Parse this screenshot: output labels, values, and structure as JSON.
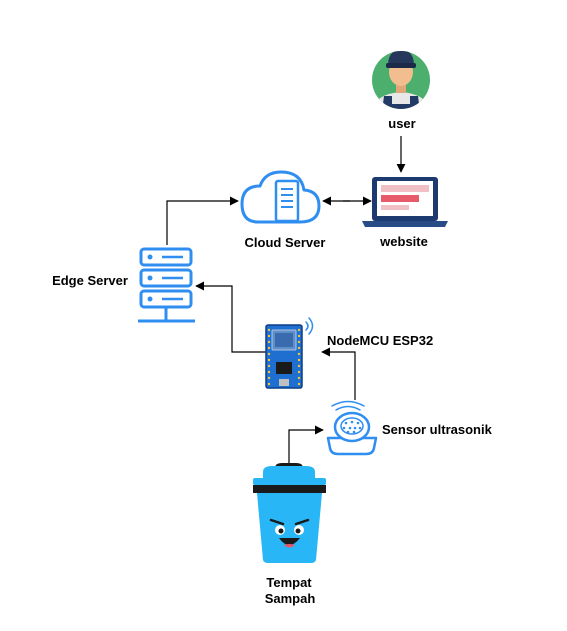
{
  "nodes": {
    "user": {
      "label": "user",
      "icon": "user-avatar-icon"
    },
    "website": {
      "label": "website",
      "icon": "laptop-icon"
    },
    "cloud": {
      "label": "Cloud Server",
      "icon": "cloud-server-icon"
    },
    "edge": {
      "label": "Edge Server",
      "icon": "server-rack-icon"
    },
    "nodemcu": {
      "label": "NodeMCU ESP32",
      "icon": "microcontroller-board-icon"
    },
    "sensor": {
      "label": "Sensor ultrasonik",
      "icon": "ultrasonic-sensor-icon"
    },
    "bin": {
      "label_line1": "Tempat",
      "label_line2": "Sampah",
      "icon": "trash-bin-icon"
    }
  },
  "colors": {
    "primary_blue": "#2F8EF0",
    "dark_blue": "#1565C0",
    "board_blue": "#1E6FD0",
    "laptop_navy": "#1C3A70",
    "screen_accent": "#E65A6B",
    "avatar_green": "#4CAF6E",
    "bin_blue": "#29B6F6"
  }
}
